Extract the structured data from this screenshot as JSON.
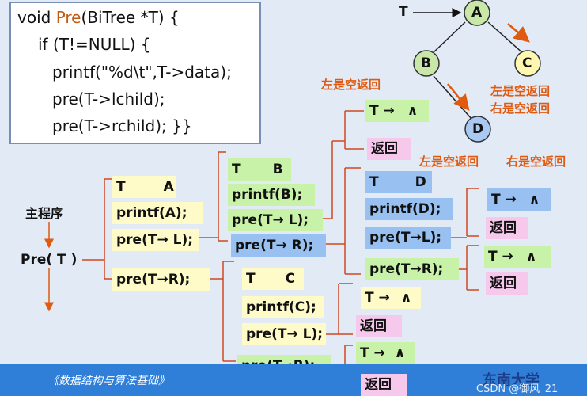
{
  "code": {
    "l1_a": "void ",
    "l1_kw": "Pre",
    "l1_b": "(BiTree *T) {",
    "l2": "if (T!=NULL) {",
    "l3": "printf(\"%d\\t\",T->data);",
    "l4": "pre(T->lchild);",
    "l5": "pre(T->rchild);    }}"
  },
  "tree": {
    "pointer": "T",
    "nodes": [
      "A",
      "B",
      "C",
      "D"
    ],
    "note_c_1": "左是空返回",
    "note_c_2": "右是空返回"
  },
  "labels": {
    "main": "主程序",
    "pre_call": "Pre( T )",
    "b_left_empty": "左是空返回",
    "d_left_empty": "左是空返回",
    "d_right_empty": "右是空返回"
  },
  "frameA": {
    "t": "T",
    "node": "A",
    "printf": "printf(A);",
    "preL": "pre(T→ L);",
    "preR": "pre(T→R);"
  },
  "frameB": {
    "t": "T",
    "node": "B",
    "printf": "printf(B);",
    "preL": "pre(T→ L);",
    "preR": "pre(T→  R);"
  },
  "frameBL": {
    "t": "T",
    "null": "∧",
    "ret": "返回"
  },
  "frameD": {
    "t": "T",
    "node": "D",
    "printf": "printf(D);",
    "preL": "pre(T→L);",
    "preR": "pre(T→R);"
  },
  "frameDL": {
    "t": "T",
    "null": "∧",
    "ret": "返回"
  },
  "frameDR": {
    "t": "T",
    "null": "∧",
    "ret": "返回"
  },
  "frameC": {
    "t": "T",
    "node": "C",
    "printf": "printf(C);",
    "preL": "pre(T→ L);",
    "preR": "pre(T→R);"
  },
  "frameCL": {
    "t": "T",
    "null": "∧",
    "ret": "返回"
  },
  "frameCR": {
    "t": "T",
    "null": "∧",
    "ret": "返回"
  },
  "footer": {
    "course": "《数据结构与算法基础》",
    "logo": "东南大学",
    "watermark": "CSDN @御风_21"
  },
  "colors": {
    "accent": "#e05a10",
    "bracket": "#d04820",
    "node_fill": "#c9e7a8",
    "node_c_fill": "#fff6b0",
    "node_d_fill": "#a9c8f2",
    "footer": "#2f7fd8"
  }
}
